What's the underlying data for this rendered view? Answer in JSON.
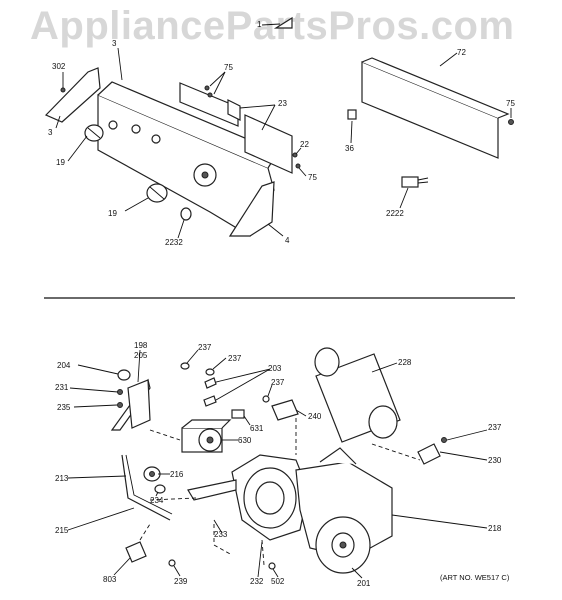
{
  "watermark": "AppliancePartsPros.com",
  "art_number": "(ART NO. WE517 C)",
  "upper_callouts": {
    "c1": "1",
    "c3a": "3",
    "c302": "302",
    "c3b": "3",
    "c19a": "19",
    "c19b": "19",
    "c2232": "2232",
    "c4": "4",
    "c75a": "75",
    "c23": "23",
    "c22": "22",
    "c75b": "75",
    "c72": "72",
    "c75c": "75",
    "c36": "36",
    "c2222": "2222"
  },
  "lower_callouts": {
    "c198": "198",
    "c205": "205",
    "c204": "204",
    "c231": "231",
    "c235": "235",
    "c237a": "237",
    "c237b": "237",
    "c203": "203",
    "c237c": "237",
    "c228": "228",
    "c631": "631",
    "c240": "240",
    "c630": "630",
    "c237d": "237",
    "c230": "230",
    "c213": "213",
    "c216": "216",
    "c234": "234",
    "c215": "215",
    "c233": "233",
    "c218": "218",
    "c803": "803",
    "c239": "239",
    "c232": "232",
    "c502": "502",
    "c201": "201"
  }
}
